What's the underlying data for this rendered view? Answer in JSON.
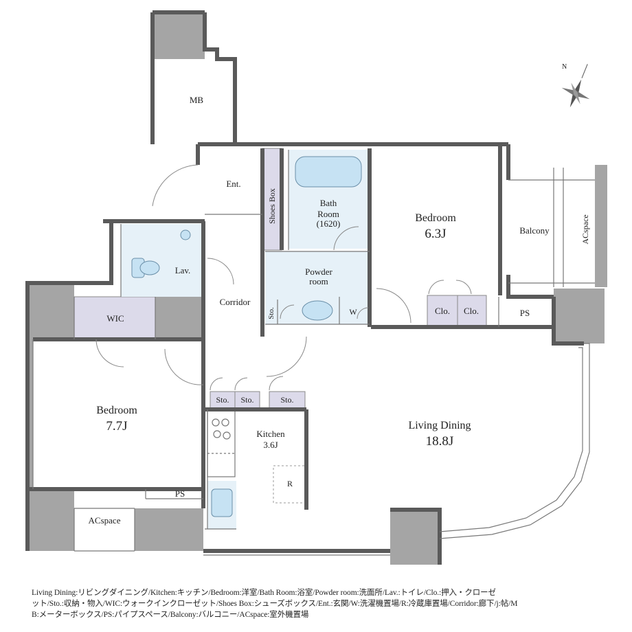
{
  "rooms": {
    "mb": "MB",
    "ent": "Ent.",
    "shoes_box": "Shoes Box",
    "bath_name1": "Bath",
    "bath_name2": "Room",
    "bath_size": "(1620)",
    "bedroom_ne_name": "Bedroom",
    "bedroom_ne_size": "6.3J",
    "balcony": "Balcony",
    "acspace_right": "ACspace",
    "lav": "Lav.",
    "powder_name1": "Powder",
    "powder_name2": "room",
    "corridor": "Corridor",
    "sto_small": "Sto.",
    "w": "W",
    "clo1": "Clo.",
    "clo2": "Clo.",
    "ps_right": "PS",
    "wic": "WIC",
    "bedroom_w_name": "Bedroom",
    "bedroom_w_size": "7.7J",
    "sto1": "Sto.",
    "sto2": "Sto.",
    "sto3": "Sto.",
    "kitchen_name": "Kitchen",
    "kitchen_size": "3.6J",
    "refrigerator": "R",
    "living_name": "Living Dining",
    "living_size": "18.8J",
    "ps_left": "PS",
    "acspace_bottom": "ACspace"
  },
  "compass": {
    "north": "N"
  },
  "legend": {
    "line1": "Living Dining:リビングダイニング/Kitchen:キッチン/Bedroom:洋室/Bath Room:浴室/Powder room:洗面所/Lav.:トイレ/Clo.:押入・クローゼ",
    "line2": "ット/Sto.:収納・物入/WIC:ウォークインクローゼット/Shoes Box:シューズボックス/Ent.:玄関/W:洗濯機置場/R:冷蔵庫置場/Corridor:廊下/j:帖/M",
    "line3": "B:メーターボックス/PS:パイプスペース/Balcony:バルコニー/ACspace:室外機置場"
  },
  "colors": {
    "wall": "#5a5a5a",
    "shaft": "#a5a5a5",
    "storage": "#dcdaea",
    "wet": "#e6f1f8",
    "fixture": "#c6e2f3"
  }
}
